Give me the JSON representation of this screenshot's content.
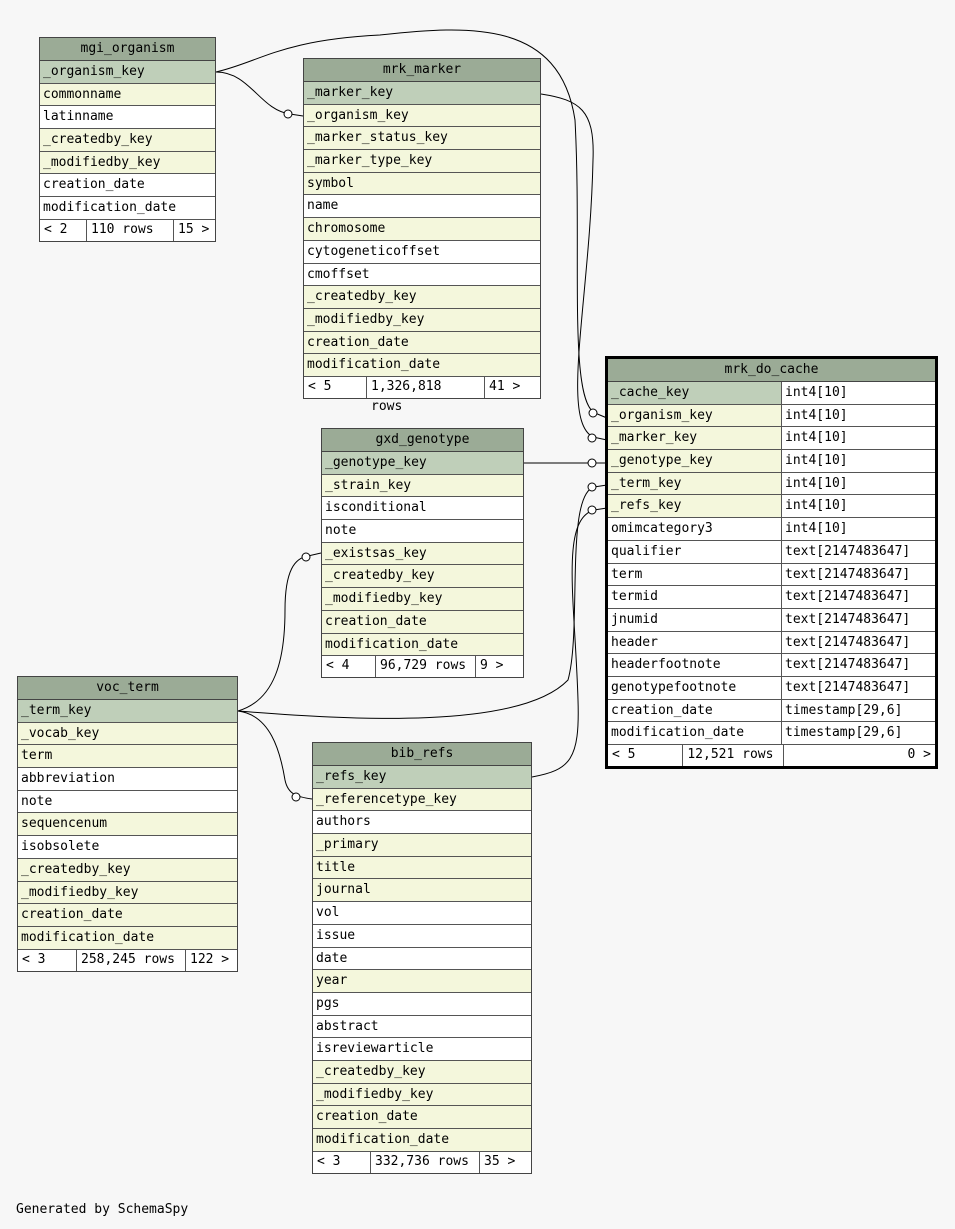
{
  "footer_text": "Generated by SchemaSpy",
  "tables": {
    "mgi_organism": {
      "name": "mgi_organism",
      "columns": [
        {
          "name": "_organism_key",
          "kind": "pk"
        },
        {
          "name": "commonname",
          "kind": "fk"
        },
        {
          "name": "latinname",
          "kind": "plain"
        },
        {
          "name": "_createdby_key",
          "kind": "fk"
        },
        {
          "name": "_modifiedby_key",
          "kind": "fk"
        },
        {
          "name": "creation_date",
          "kind": "plain"
        },
        {
          "name": "modification_date",
          "kind": "plain"
        }
      ],
      "parents": "< 2",
      "rows": "110 rows",
      "children": "15 >"
    },
    "mrk_marker": {
      "name": "mrk_marker",
      "columns": [
        {
          "name": "_marker_key",
          "kind": "pk"
        },
        {
          "name": "_organism_key",
          "kind": "fk"
        },
        {
          "name": "_marker_status_key",
          "kind": "fk"
        },
        {
          "name": "_marker_type_key",
          "kind": "fk"
        },
        {
          "name": "symbol",
          "kind": "fk"
        },
        {
          "name": "name",
          "kind": "plain"
        },
        {
          "name": "chromosome",
          "kind": "fk"
        },
        {
          "name": "cytogeneticoffset",
          "kind": "plain"
        },
        {
          "name": "cmoffset",
          "kind": "plain"
        },
        {
          "name": "_createdby_key",
          "kind": "fk"
        },
        {
          "name": "_modifiedby_key",
          "kind": "fk"
        },
        {
          "name": "creation_date",
          "kind": "fk"
        },
        {
          "name": "modification_date",
          "kind": "fk"
        }
      ],
      "parents": "< 5",
      "rows": "1,326,818 rows",
      "children": "41 >"
    },
    "gxd_genotype": {
      "name": "gxd_genotype",
      "columns": [
        {
          "name": "_genotype_key",
          "kind": "pk"
        },
        {
          "name": "_strain_key",
          "kind": "fk"
        },
        {
          "name": "isconditional",
          "kind": "plain"
        },
        {
          "name": "note",
          "kind": "plain"
        },
        {
          "name": "_existsas_key",
          "kind": "fk"
        },
        {
          "name": "_createdby_key",
          "kind": "fk"
        },
        {
          "name": "_modifiedby_key",
          "kind": "fk"
        },
        {
          "name": "creation_date",
          "kind": "fk"
        },
        {
          "name": "modification_date",
          "kind": "fk"
        }
      ],
      "parents": "< 4",
      "rows": "96,729 rows",
      "children": "9 >"
    },
    "voc_term": {
      "name": "voc_term",
      "columns": [
        {
          "name": "_term_key",
          "kind": "pk"
        },
        {
          "name": "_vocab_key",
          "kind": "fk"
        },
        {
          "name": "term",
          "kind": "fk"
        },
        {
          "name": "abbreviation",
          "kind": "plain"
        },
        {
          "name": "note",
          "kind": "plain"
        },
        {
          "name": "sequencenum",
          "kind": "fk"
        },
        {
          "name": "isobsolete",
          "kind": "plain"
        },
        {
          "name": "_createdby_key",
          "kind": "fk"
        },
        {
          "name": "_modifiedby_key",
          "kind": "fk"
        },
        {
          "name": "creation_date",
          "kind": "fk"
        },
        {
          "name": "modification_date",
          "kind": "fk"
        }
      ],
      "parents": "< 3",
      "rows": "258,245 rows",
      "children": "122 >"
    },
    "bib_refs": {
      "name": "bib_refs",
      "columns": [
        {
          "name": "_refs_key",
          "kind": "pk"
        },
        {
          "name": "_referencetype_key",
          "kind": "fk"
        },
        {
          "name": "authors",
          "kind": "plain"
        },
        {
          "name": "_primary",
          "kind": "fk"
        },
        {
          "name": "title",
          "kind": "fk"
        },
        {
          "name": "journal",
          "kind": "fk"
        },
        {
          "name": "vol",
          "kind": "plain"
        },
        {
          "name": "issue",
          "kind": "plain"
        },
        {
          "name": "date",
          "kind": "plain"
        },
        {
          "name": "year",
          "kind": "fk"
        },
        {
          "name": "pgs",
          "kind": "plain"
        },
        {
          "name": "abstract",
          "kind": "plain"
        },
        {
          "name": "isreviewarticle",
          "kind": "plain"
        },
        {
          "name": "_createdby_key",
          "kind": "fk"
        },
        {
          "name": "_modifiedby_key",
          "kind": "fk"
        },
        {
          "name": "creation_date",
          "kind": "fk"
        },
        {
          "name": "modification_date",
          "kind": "fk"
        }
      ],
      "parents": "< 3",
      "rows": "332,736 rows",
      "children": "35 >"
    },
    "mrk_do_cache": {
      "name": "mrk_do_cache",
      "columns": [
        {
          "name": "_cache_key",
          "type": "int4[10]",
          "kind": "pk"
        },
        {
          "name": "_organism_key",
          "type": "int4[10]",
          "kind": "fk"
        },
        {
          "name": "_marker_key",
          "type": "int4[10]",
          "kind": "fk"
        },
        {
          "name": "_genotype_key",
          "type": "int4[10]",
          "kind": "fk"
        },
        {
          "name": "_term_key",
          "type": "int4[10]",
          "kind": "fk"
        },
        {
          "name": "_refs_key",
          "type": "int4[10]",
          "kind": "fk"
        },
        {
          "name": "omimcategory3",
          "type": "int4[10]",
          "kind": "plain"
        },
        {
          "name": "qualifier",
          "type": "text[2147483647]",
          "kind": "plain"
        },
        {
          "name": "term",
          "type": "text[2147483647]",
          "kind": "plain"
        },
        {
          "name": "termid",
          "type": "text[2147483647]",
          "kind": "plain"
        },
        {
          "name": "jnumid",
          "type": "text[2147483647]",
          "kind": "plain"
        },
        {
          "name": "header",
          "type": "text[2147483647]",
          "kind": "plain"
        },
        {
          "name": "headerfootnote",
          "type": "text[2147483647]",
          "kind": "plain"
        },
        {
          "name": "genotypefootnote",
          "type": "text[2147483647]",
          "kind": "plain"
        },
        {
          "name": "creation_date",
          "type": "timestamp[29,6]",
          "kind": "plain"
        },
        {
          "name": "modification_date",
          "type": "timestamp[29,6]",
          "kind": "plain"
        }
      ],
      "parents": "< 5",
      "rows": "12,521 rows",
      "children": "0 >"
    }
  }
}
